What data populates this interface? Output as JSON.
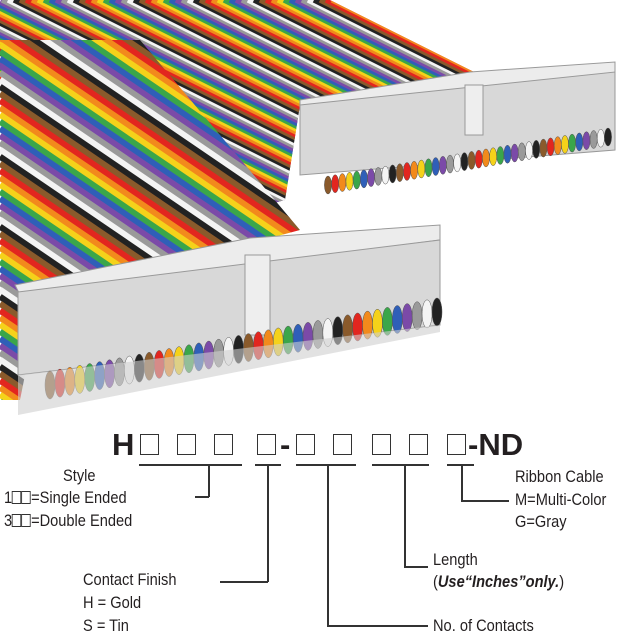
{
  "part_number": {
    "prefix": "H",
    "dash": "-",
    "suffix": "-ND"
  },
  "style": {
    "title": "Style",
    "options": [
      {
        "code": "1",
        "label": "=Single Ended"
      },
      {
        "code": "3",
        "label": "=Double Ended"
      }
    ]
  },
  "contact_finish": {
    "title": "Contact Finish",
    "options": [
      "H = Gold",
      "S = Tin"
    ]
  },
  "contacts": {
    "title": "No. of Contacts"
  },
  "length": {
    "title": "Length",
    "note_open": "(",
    "note_bold": "Use“Inches”only.",
    "note_close": ")"
  },
  "ribbon": {
    "title": "Ribbon Cable",
    "options": [
      "M=Multi-Color",
      "G=Gray"
    ]
  },
  "colors": {
    "wire": [
      "#8a5a2b",
      "#e2261f",
      "#f28a1c",
      "#f5d21a",
      "#3aa64a",
      "#2f5fb8",
      "#7b4aa8",
      "#9a9a9a",
      "#f4f4f4",
      "#222222"
    ],
    "connector": "#dcdcdc"
  }
}
